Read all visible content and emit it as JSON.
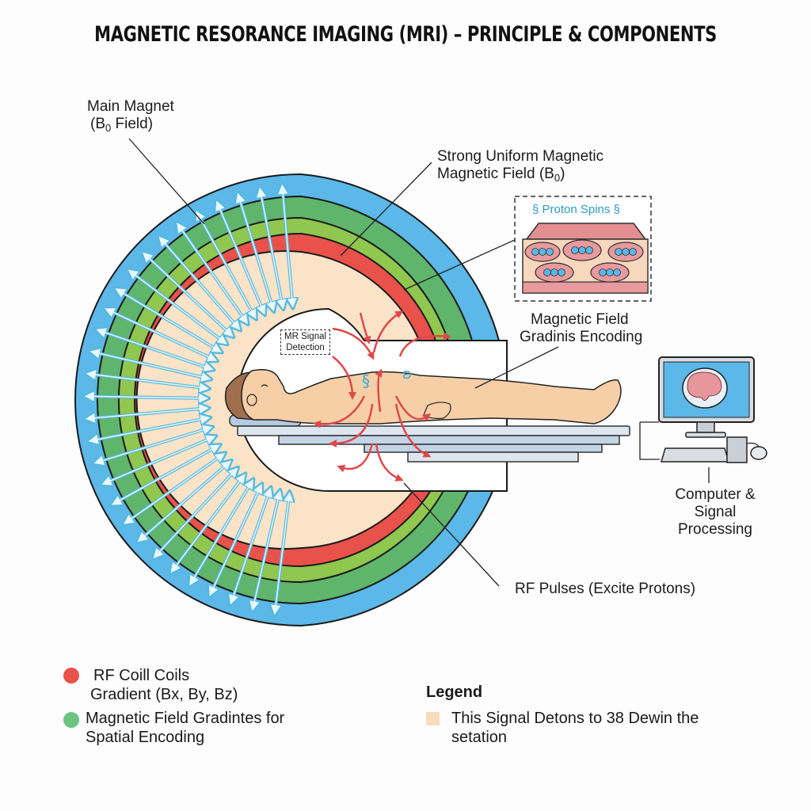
{
  "title": "MAGNETIC RESORANCE IMAGING (MRI) – PRINCIPLE & COMPONENTS",
  "labels": {
    "main_magnet_line1": "Main Magnet",
    "main_magnet_line2_pre": "(B",
    "main_magnet_line2_sub": "0",
    "main_magnet_line2_post": " Field)",
    "strong_uniform_line1": "Strong Uniform Magnetic",
    "strong_uniform_line2_pre": "Magnetic Field (B",
    "strong_uniform_line2_sub": "0",
    "strong_uniform_line2_post": ")",
    "proton_spins": "Proton Spins",
    "gradient_line1": "Magnetic Field",
    "gradient_line2": "Gradinis Encoding",
    "mr_signal_line1": "MR Signal",
    "mr_signal_line2": "Detection",
    "computer_line1": "Computer &",
    "computer_line2": "Signal",
    "computer_line3": "Processing",
    "rf_pulses": "RF Pulses (Excite Protons)"
  },
  "legend": {
    "heading": "Legend",
    "items": [
      {
        "line1": "RF Coill Coils",
        "line2": "Gradient (Bx, By, Bz)",
        "color": "#e8524a",
        "shape": "circle"
      },
      {
        "line1": "Magnetic Field Gradintes for",
        "line2": "Spatial Encoding",
        "color": "#6cc47e",
        "shape": "circle"
      },
      {
        "line1": "This Signal Detons to 38 Dewin the",
        "line2": "setation",
        "color": "#f9dcbc",
        "shape": "square"
      }
    ]
  },
  "colors": {
    "outer_magnet": "#5bb8e8",
    "dark_green": "#5fb56b",
    "light_green": "#8fc74f",
    "rf_coil": "#e8524a",
    "bore_inner": "#fbe3c8",
    "field_arrow": "#56b9e0",
    "rf_arrow": "#e0484a",
    "skin": "#f6cfa7",
    "hair": "#a0704e",
    "table": "#c9d9e8",
    "screen": "#5bb8e8"
  }
}
